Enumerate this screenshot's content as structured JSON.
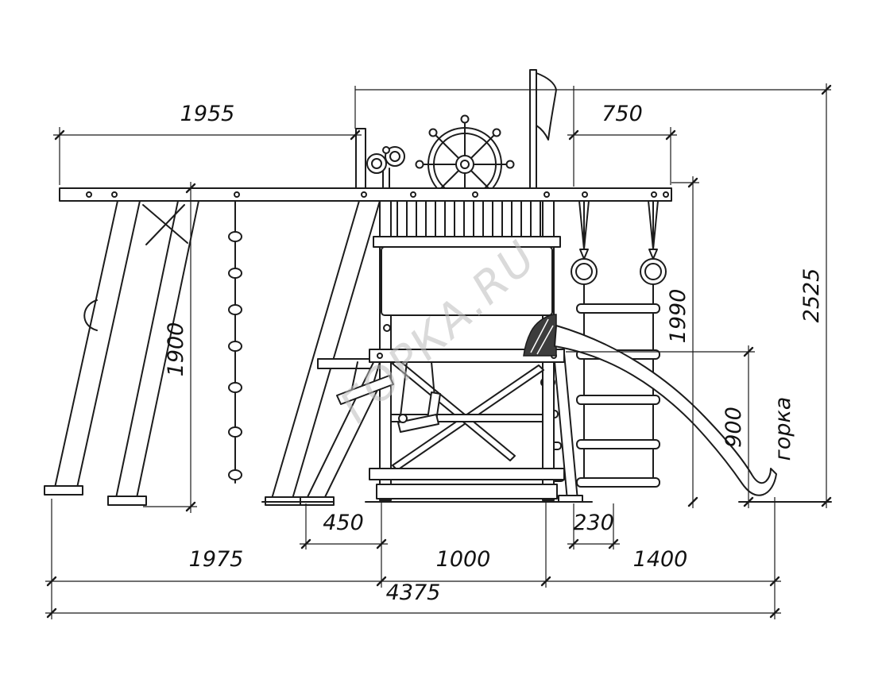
{
  "drawing": {
    "watermark": "ГОРКА.RU",
    "slide_label": "горка",
    "colors": {
      "ink": "#1c1c1c",
      "watermark": "#bdbdbd"
    },
    "dims": {
      "beam_left_span": "1955",
      "beam_right_span": "750",
      "total_height": "2525",
      "beam_height": "1990",
      "left_height": "1900",
      "platform_height": "900",
      "mid_leg_offset": "450",
      "ladder_offset": "230",
      "left_span": "1975",
      "tower_span": "1000",
      "slide_span": "1400",
      "total_width": "4375"
    }
  }
}
